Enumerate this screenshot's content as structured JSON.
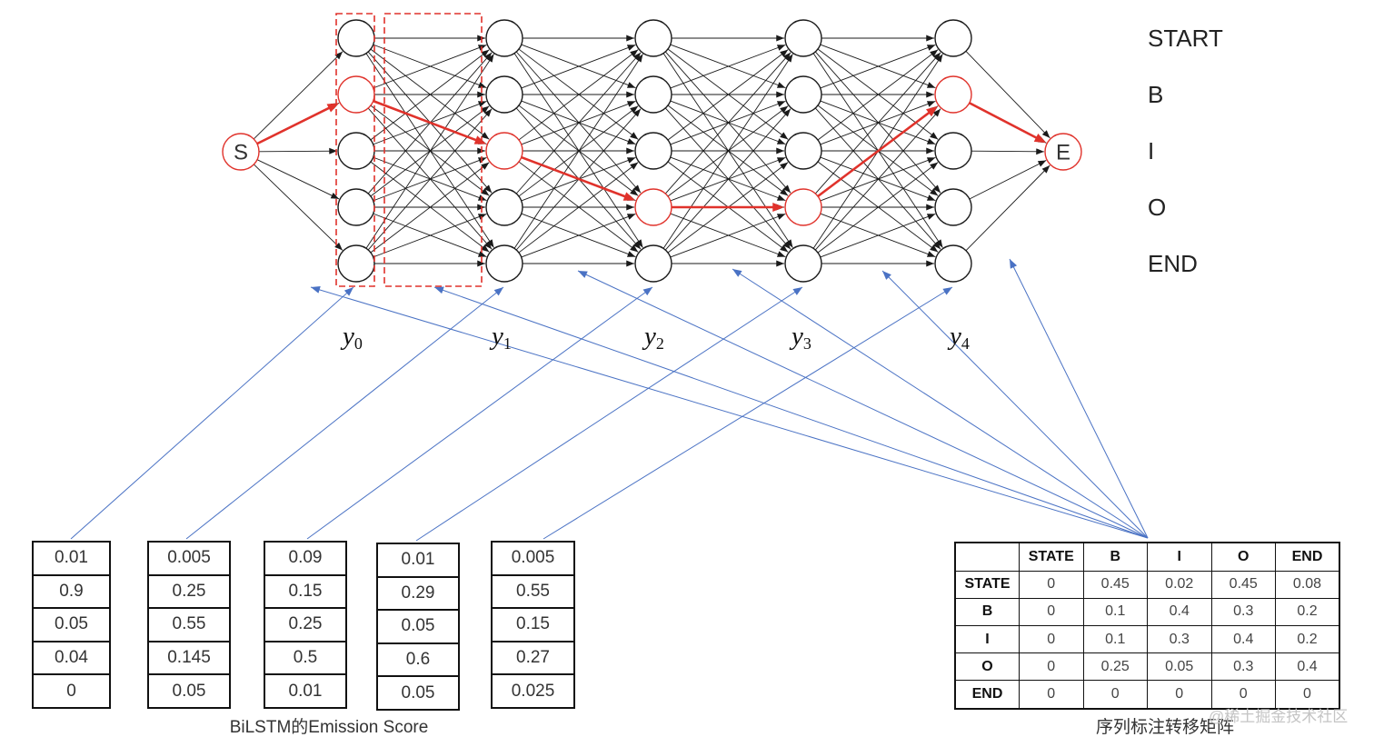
{
  "trellis": {
    "start_node": "S",
    "end_node": "E",
    "states": [
      "START",
      "B",
      "I",
      "O",
      "END"
    ],
    "steps": [
      {
        "var": "y",
        "index": "0"
      },
      {
        "var": "y",
        "index": "1"
      },
      {
        "var": "y",
        "index": "2"
      },
      {
        "var": "y",
        "index": "3"
      },
      {
        "var": "y",
        "index": "4"
      }
    ],
    "path_rows": [
      1,
      2,
      3,
      3,
      1
    ]
  },
  "emission": {
    "caption": "BiLSTM的Emission Score",
    "columns": [
      [
        0.01,
        0.9,
        0.05,
        0.04,
        0
      ],
      [
        0.005,
        0.25,
        0.55,
        0.145,
        0.05
      ],
      [
        0.09,
        0.15,
        0.25,
        0.5,
        0.01
      ],
      [
        0.01,
        0.29,
        0.05,
        0.6,
        0.05
      ],
      [
        0.005,
        0.55,
        0.15,
        0.27,
        0.025
      ]
    ]
  },
  "transition": {
    "caption": "序列标注转移矩阵",
    "headers": [
      "STATE",
      "B",
      "I",
      "O",
      "END"
    ],
    "rows": [
      {
        "label": "STATE",
        "values": [
          0,
          0.45,
          0.02,
          0.45,
          0.08
        ]
      },
      {
        "label": "B",
        "values": [
          0,
          0.1,
          0.4,
          0.3,
          0.2
        ]
      },
      {
        "label": "I",
        "values": [
          0,
          0.1,
          0.3,
          0.4,
          0.2
        ]
      },
      {
        "label": "O",
        "values": [
          0,
          0.25,
          0.05,
          0.3,
          0.4
        ]
      },
      {
        "label": "END",
        "values": [
          0,
          0,
          0,
          0,
          0
        ]
      }
    ]
  },
  "watermark": "@稀土掘金技术社区",
  "colors": {
    "path": "#e0322b",
    "edge": "#1a1a1a",
    "pointer": "#4a72c4"
  }
}
